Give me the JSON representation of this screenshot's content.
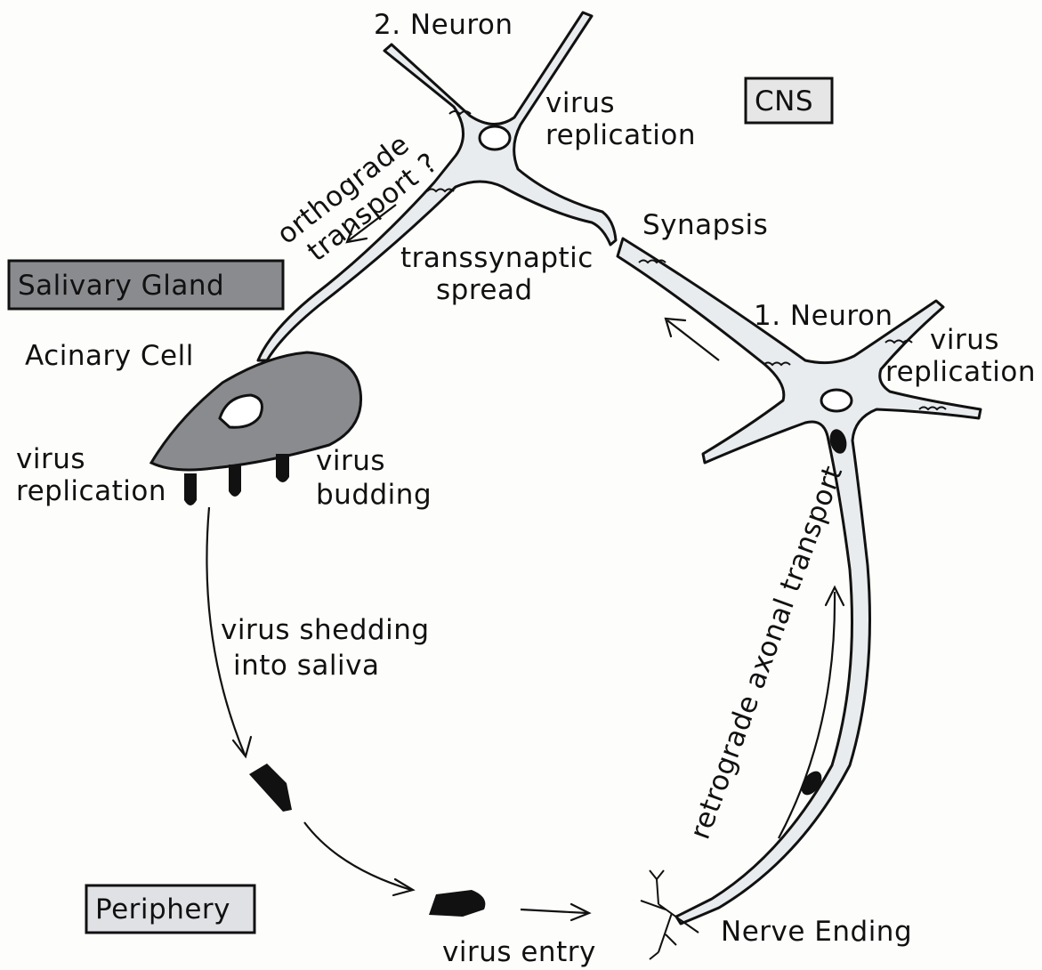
{
  "labels": {
    "neuron2": "2. Neuron",
    "cns": "CNS",
    "virus_replication_top_1": "virus",
    "virus_replication_top_2": "replication",
    "orthograde_1": "orthograde",
    "orthograde_2": "transport ?",
    "synapsis": "Synapsis",
    "transsynaptic_1": "transsynaptic",
    "transsynaptic_2": "spread",
    "salivary_gland": "Salivary  Gland",
    "neuron1": "1. Neuron",
    "virus_replication_right_1": "virus",
    "virus_replication_right_2": "replication",
    "acinary_cell": "Acinary Cell",
    "virus_replication_left_1": "virus",
    "virus_replication_left_2": "replication",
    "virus_budding_1": "virus",
    "virus_budding_2": "budding",
    "shedding_1": "virus  shedding",
    "shedding_2": "into  saliva",
    "retrograde": "retrograde  axonal transport",
    "periphery": "Periphery",
    "nerve_ending": "Nerve Ending",
    "virus_entry": "virus  entry"
  },
  "colors": {
    "salivary_box": "#8a8b8f",
    "periphery_box": "#dfe1e4",
    "cns_box": "#e6e6e6",
    "acinary_cell": "#8a8b8f",
    "neuron_fill": "#e9ecee"
  }
}
